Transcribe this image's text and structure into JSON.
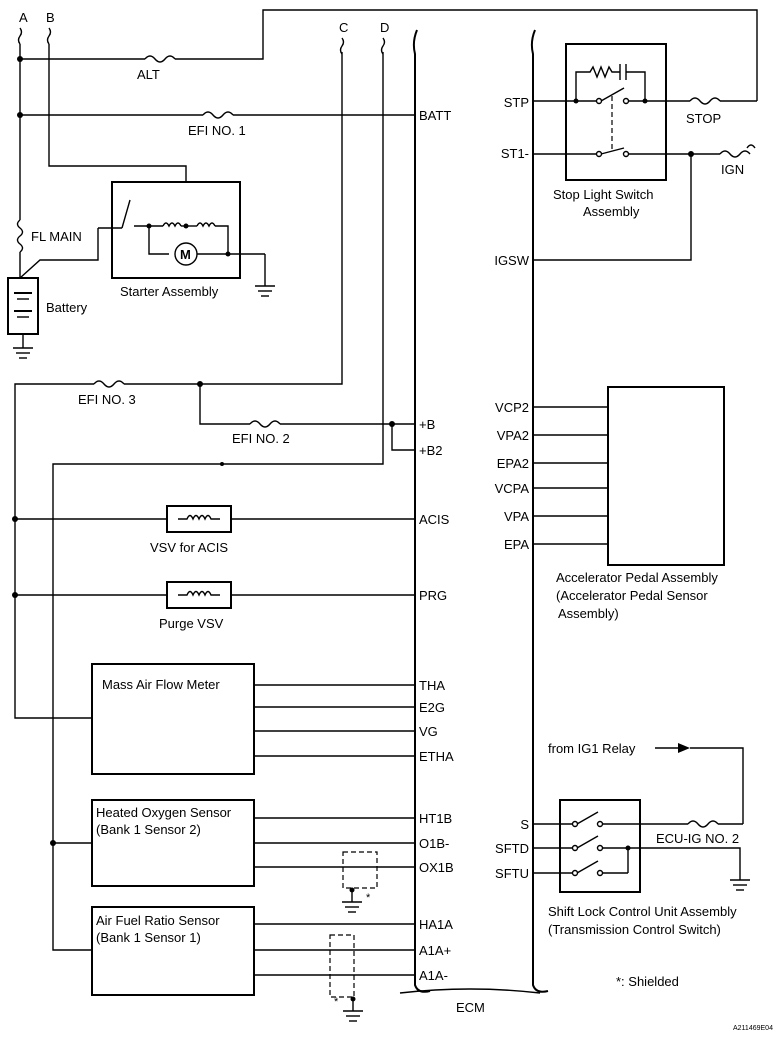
{
  "wires": {
    "a": "A",
    "b": "B",
    "c": "C",
    "d": "D"
  },
  "fuses": {
    "alt": "ALT",
    "efi1": "EFI NO. 1",
    "efi2": "EFI NO. 2",
    "efi3": "EFI NO. 3",
    "fl_main": "FL MAIN",
    "stop": "STOP",
    "ign": "IGN",
    "ecu_ig2": "ECU-IG NO. 2"
  },
  "components": {
    "battery": "Battery",
    "starter": "Starter Assembly",
    "motor_symbol": "M",
    "vsv_acis": "VSV for ACIS",
    "purge_vsv": "Purge VSV",
    "maf": "Mass Air Flow Meter",
    "ho2_line1": "Heated Oxygen Sensor",
    "ho2_line2": "(Bank 1 Sensor 2)",
    "afr_line1": "Air Fuel Ratio Sensor",
    "afr_line2": "(Bank 1 Sensor 1)",
    "stop_sw_line1": "Stop Light Switch",
    "stop_sw_line2": "Assembly",
    "accel_line1": "Accelerator Pedal Assembly",
    "accel_line2": "(Accelerator Pedal Sensor",
    "accel_line3": "Assembly)",
    "shift_line1": "Shift Lock Control Unit Assembly",
    "shift_line2": "(Transmission Control Switch)",
    "ecm": "ECM",
    "ig1_relay": "from IG1 Relay"
  },
  "ecm_pins_left": [
    "BATT",
    "+B",
    "+B2",
    "ACIS",
    "PRG",
    "THA",
    "E2G",
    "VG",
    "ETHA",
    "HT1B",
    "O1B-",
    "OX1B",
    "HA1A",
    "A1A+",
    "A1A-"
  ],
  "ecm_pins_right": [
    "STP",
    "ST1-",
    "IGSW",
    "VCP2",
    "VPA2",
    "EPA2",
    "VCPA",
    "VPA",
    "EPA",
    "S",
    "SFTD",
    "SFTU"
  ],
  "notes": {
    "shield_mark": "*",
    "shielded": "*: Shielded",
    "figure_id": "A211469E04"
  }
}
